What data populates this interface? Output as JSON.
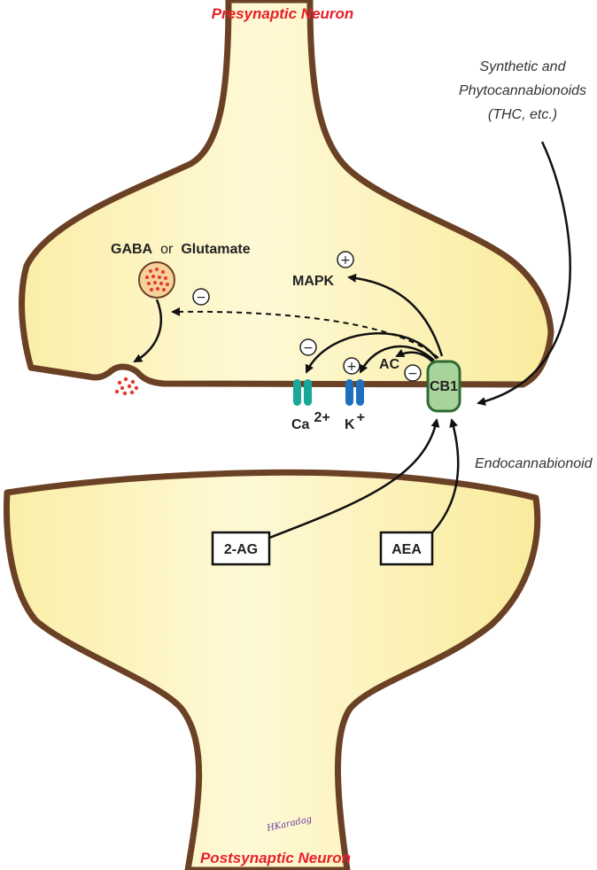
{
  "labels": {
    "presynaptic": "Presynaptic Neuron",
    "postsynaptic": "Postsynaptic Neuron",
    "synthetic_line1": "Synthetic and",
    "synthetic_line2": "Phytocannabionoids",
    "synthetic_line3": "(THC, etc.)",
    "endocannabinoid": "Endocannabionoid",
    "gaba": "GABA",
    "or": "or",
    "glutamate": "Glutamate",
    "mapk": "MAPK",
    "ac": "AC",
    "cb1": "CB1",
    "ca": "Ca",
    "ca_sup": "2+",
    "k": "K",
    "k_sup": "+",
    "two_ag": "2-AG",
    "aea": "AEA",
    "signature": "HKaradag"
  },
  "symbols": {
    "plus": "+",
    "minus": "−"
  },
  "colors": {
    "neuron_fill": "#fdf4b8",
    "neuron_outline": "#6b4125",
    "title_red": "#e8202a",
    "vesicle_fill": "#f6d29a",
    "vesicle_dots": "#e63a2e",
    "ca_channel": "#1aa79a",
    "k_channel": "#1f6fc0",
    "cb1_fill": "#a8d39a",
    "cb1_border": "#2f6b32",
    "arrow": "#111111",
    "signature": "#6a3aa0"
  }
}
